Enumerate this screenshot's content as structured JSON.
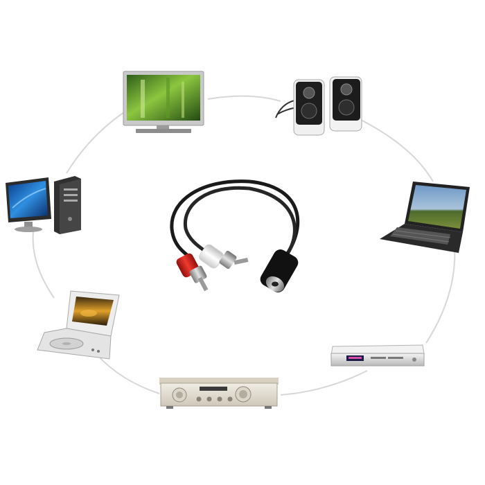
{
  "scene": {
    "background": "#ffffff",
    "ring_color": "#d7d7d7",
    "devices": [
      {
        "id": "tv",
        "icon": "flat-tv-icon"
      },
      {
        "id": "speakers",
        "icon": "speakers-icon"
      },
      {
        "id": "laptop",
        "icon": "laptop-icon"
      },
      {
        "id": "dvd-player",
        "icon": "dvd-player-icon"
      },
      {
        "id": "amplifier",
        "icon": "amplifier-icon"
      },
      {
        "id": "portable-dvd",
        "icon": "portable-dvd-icon"
      },
      {
        "id": "desktop-pc",
        "icon": "desktop-pc-icon"
      }
    ],
    "center": {
      "icon": "rca-to-3-5mm-cable-icon",
      "plug_colors": [
        "#d8231d",
        "#f2f2f2"
      ],
      "cable_color": "#1a1a1a"
    }
  }
}
